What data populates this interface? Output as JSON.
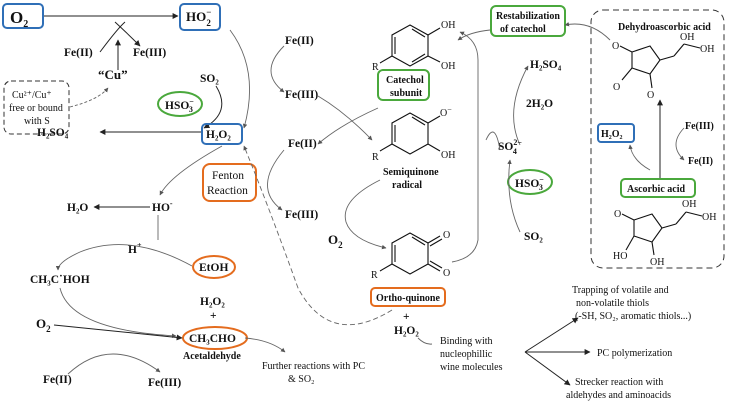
{
  "left": {
    "o2_top": "O",
    "o2_top_sub": "2",
    "ho2": "HO",
    "ho2_sup": "−",
    "ho2_sub": "2",
    "fe2_a": "Fe(II)",
    "fe3_a": "Fe(III)",
    "cu_center": "“Cu”",
    "cu_box_line1": "Cu²⁺/Cu⁺",
    "cu_box_line2": "free or bound",
    "cu_box_line3": "with S",
    "so2": "SO₂",
    "hso3": "HSO",
    "h2so4": "H₂SO₄",
    "h2o2_box": "H₂O₂",
    "fenton_line1": "Fenton",
    "fenton_line2": "Reaction",
    "h2o": "H₂O",
    "ho_minus": "HO",
    "h_plus": "H",
    "etoh": "EtOH",
    "ch3choh": "CH₃C˙HOH",
    "o2_low": "O",
    "h2o2_low": "H₂O₂",
    "plus": "+",
    "ch3cho": "CH₃CHO",
    "acetaldehyde": "Acetaldehyde",
    "fe2_low": "Fe(II)",
    "fe3_low": "Fe(III)",
    "further": "Further reactions with PC",
    "further2": "& SO₂"
  },
  "middle": {
    "fe2_top": "Fe(II)",
    "fe3_mid": "Fe(III)",
    "fe2_mid": "Fe(II)",
    "fe3_low": "Fe(III)",
    "catechol_line1": "Catechol",
    "catechol_line2": "subunit",
    "semiquinone_line1": "Semiquinone",
    "semiquinone_line2": "radical",
    "o2": "O",
    "ortho_quinone": "Ortho-quinone",
    "plus": "+",
    "h2o2": "H₂O₂",
    "r_label": "R",
    "oh_label": "OH",
    "o_label": "O",
    "o_minus_label": "O"
  },
  "right": {
    "restab_line1": "Restabilization",
    "restab_line2": "of catechol",
    "h2so4": "H₂SO₄",
    "two_h2o": "2H₂O",
    "so4": "SO",
    "hso3": "HSO",
    "so2": "SO₂",
    "dha_title": "Dehydroascorbic acid",
    "h2o2_box": "H₂O₂",
    "fe3": "Fe(III)",
    "fe2": "Fe(II)",
    "ascorbic": "Ascorbic acid",
    "oh": "OH",
    "ho": "HO"
  },
  "outcomes": {
    "binding_line1": "Binding with",
    "binding_line2": "nucleophillic",
    "binding_line3": "wine molecules",
    "trap_line1": "Trapping of volatile and",
    "trap_line2": "non-volatile thiols",
    "trap_line3": "(-SH, SO₂, aromatic thiols...)",
    "poly": "PC polymerization",
    "strecker_line1": "Strecker reaction with",
    "strecker_line2": "aldehydes and aminoacids"
  },
  "colors": {
    "blue": "#2f6fb7",
    "green": "#4aa83c",
    "orange": "#e46c1e"
  }
}
